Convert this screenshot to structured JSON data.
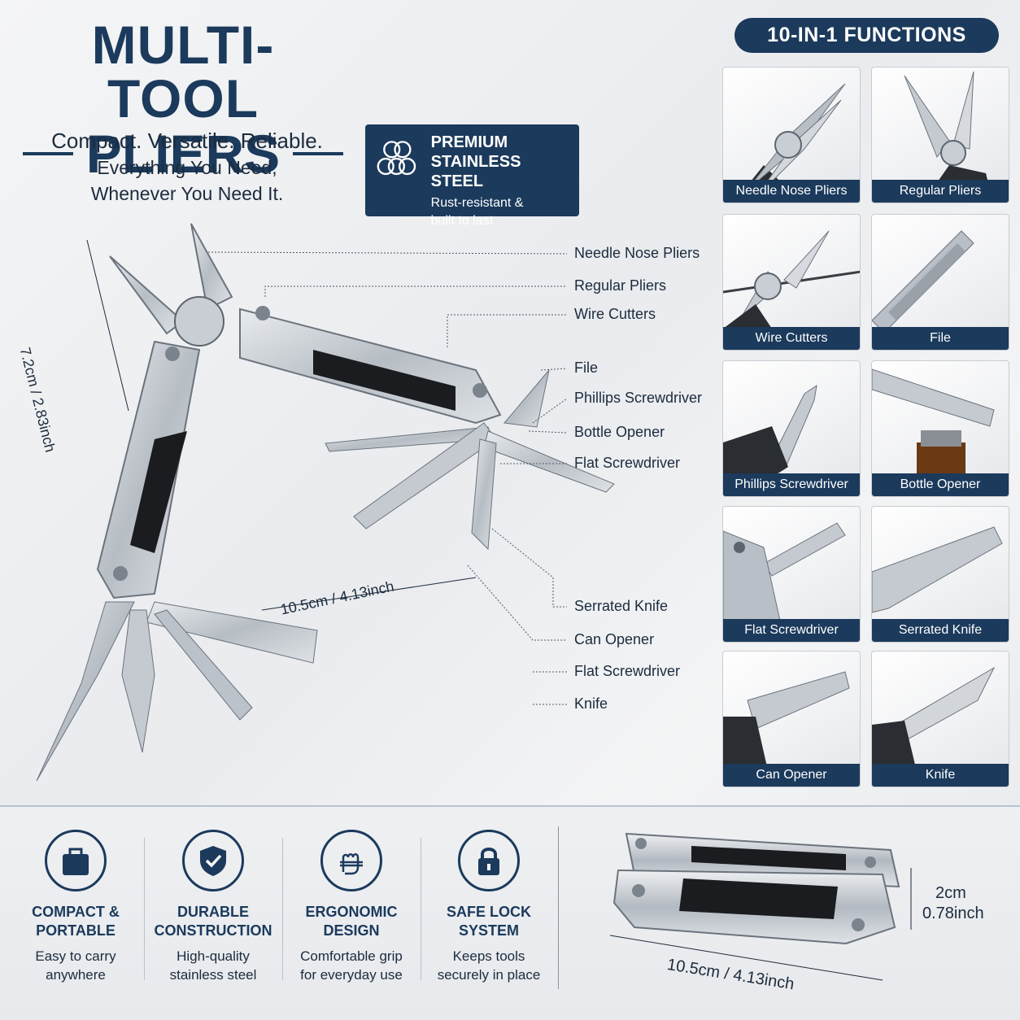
{
  "title": {
    "line1": "MULTI-TOOL",
    "line2": "PLIERS"
  },
  "tagline": {
    "line1": "Compact. Versatile. Reliable.",
    "line2": "Everything You Need,",
    "line3": "Whenever You Need It."
  },
  "premium": {
    "title1": "PREMIUM",
    "title2": "STAINLESS STEEL",
    "sub1": "Rust-resistant &",
    "sub2": "built to last",
    "icon": "steel-pipes-icon"
  },
  "functions_header": "10-IN-1 FUNCTIONS",
  "functions": [
    {
      "label": "Needle Nose Pliers",
      "icon": "needle-nose-pliers-icon"
    },
    {
      "label": "Regular Pliers",
      "icon": "regular-pliers-icon"
    },
    {
      "label": "Wire Cutters",
      "icon": "wire-cutters-icon"
    },
    {
      "label": "File",
      "icon": "file-icon"
    },
    {
      "label": "Phillips Screwdriver",
      "icon": "phillips-screwdriver-icon"
    },
    {
      "label": "Bottle Opener",
      "icon": "bottle-opener-icon"
    },
    {
      "label": "Flat Screwdriver",
      "icon": "flat-screwdriver-icon"
    },
    {
      "label": "Serrated Knife",
      "icon": "serrated-knife-icon"
    },
    {
      "label": "Can Opener",
      "icon": "can-opener-icon"
    },
    {
      "label": "Knife",
      "icon": "knife-icon"
    }
  ],
  "callouts": {
    "needle_nose": "Needle Nose Pliers",
    "regular": "Regular Pliers",
    "wire": "Wire Cutters",
    "file": "File",
    "phillips": "Phillips Screwdriver",
    "bottle": "Bottle Opener",
    "flat1": "Flat Screwdriver",
    "serrated": "Serrated Knife",
    "can": "Can Opener",
    "flat2": "Flat Screwdriver",
    "knife": "Knife"
  },
  "dimensions": {
    "height": "7.2cm / 2.83inch",
    "length": "10.5cm / 4.13inch",
    "folded_thickness_cm": "2cm",
    "folded_thickness_in": "0.78inch",
    "folded_length": "10.5cm / 4.13inch"
  },
  "features": [
    {
      "title1": "COMPACT &",
      "title2": "PORTABLE",
      "desc1": "Easy to carry",
      "desc2": "anywhere",
      "icon": "bag-icon"
    },
    {
      "title1": "DURABLE",
      "title2": "CONSTRUCTION",
      "desc1": "High-quality",
      "desc2": "stainless steel",
      "icon": "shield-check-icon"
    },
    {
      "title1": "ERGONOMIC",
      "title2": "DESIGN",
      "desc1": "Comfortable grip",
      "desc2": "for everyday use",
      "icon": "hand-grip-icon"
    },
    {
      "title1": "SAFE LOCK",
      "title2": "SYSTEM",
      "desc1": "Keeps tools",
      "desc2": "securely in place",
      "icon": "padlock-icon"
    }
  ],
  "colors": {
    "navy": "#1b3a5c",
    "steel": "#c9ced4",
    "grip": "#1a1c1f",
    "background": "#eef0f2"
  }
}
